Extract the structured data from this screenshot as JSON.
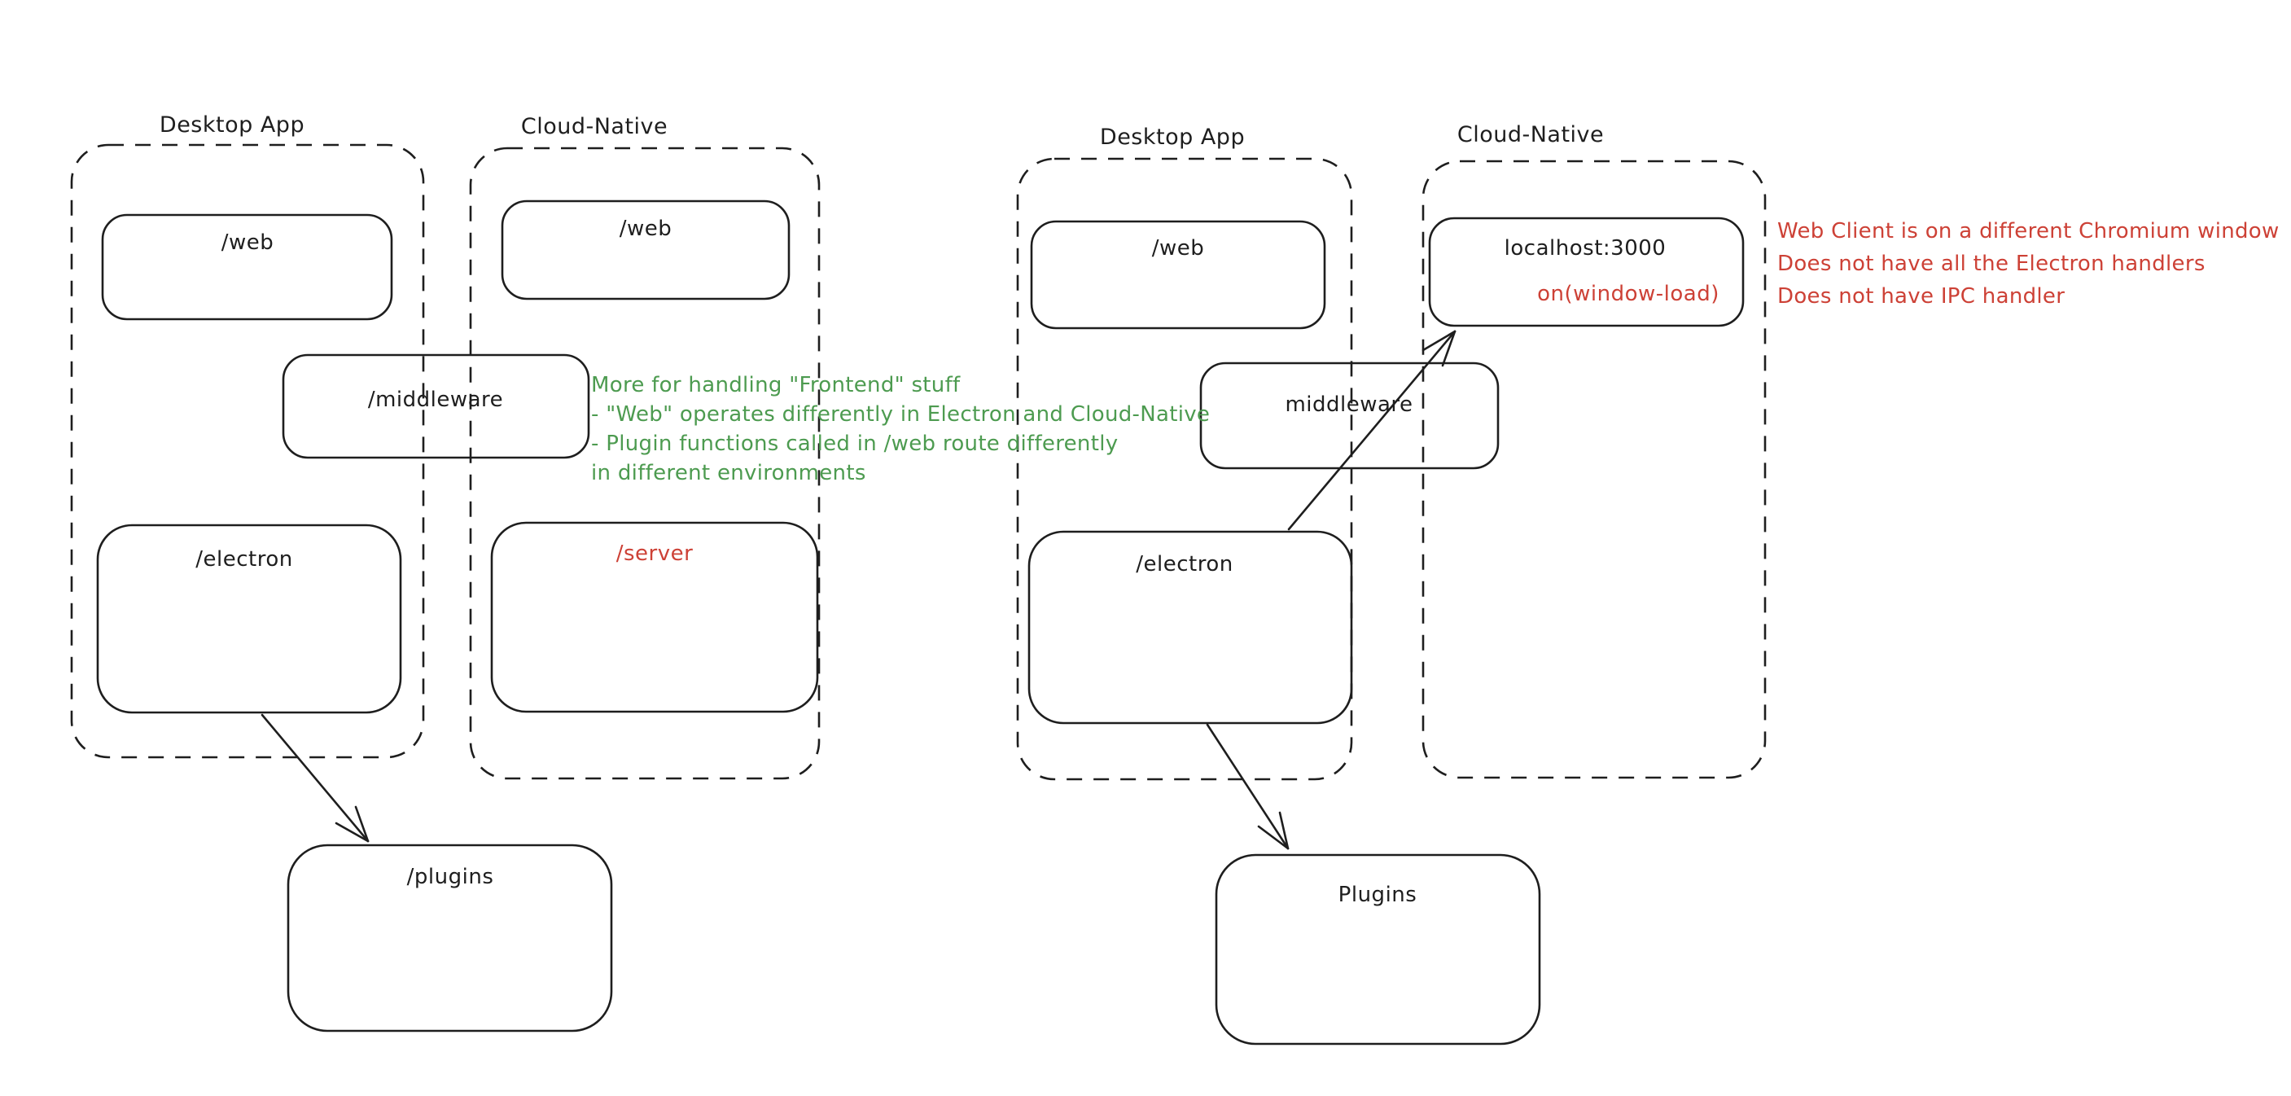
{
  "colors": {
    "ink": "#1e1e1e",
    "red": "#cd4136",
    "green": "#4d9b50",
    "background": "#ffffff"
  },
  "left": {
    "desktop_label": "Desktop App",
    "cloud_label": "Cloud-Native",
    "desktop_web": "/web",
    "cloud_web": "/web",
    "middleware": "/middleware",
    "electron": "/electron",
    "server": "/server",
    "plugins": "/plugins",
    "green_note": [
      "More for handling \"Frontend\" stuff",
      "- \"Web\" operates differently in Electron and Cloud-Native",
      "- Plugin functions called in /web route differently",
      "in different environments"
    ]
  },
  "right": {
    "desktop_label": "Desktop App",
    "cloud_label": "Cloud-Native",
    "desktop_web": "/web",
    "middleware": "middleware",
    "electron": "/electron",
    "localhost": "localhost:3000",
    "window_event": "on(window-load)",
    "plugins": "Plugins",
    "red_note": [
      "Web Client is on a different Chromium window",
      "Does not have all the Electron handlers",
      "Does not have IPC handler"
    ]
  }
}
